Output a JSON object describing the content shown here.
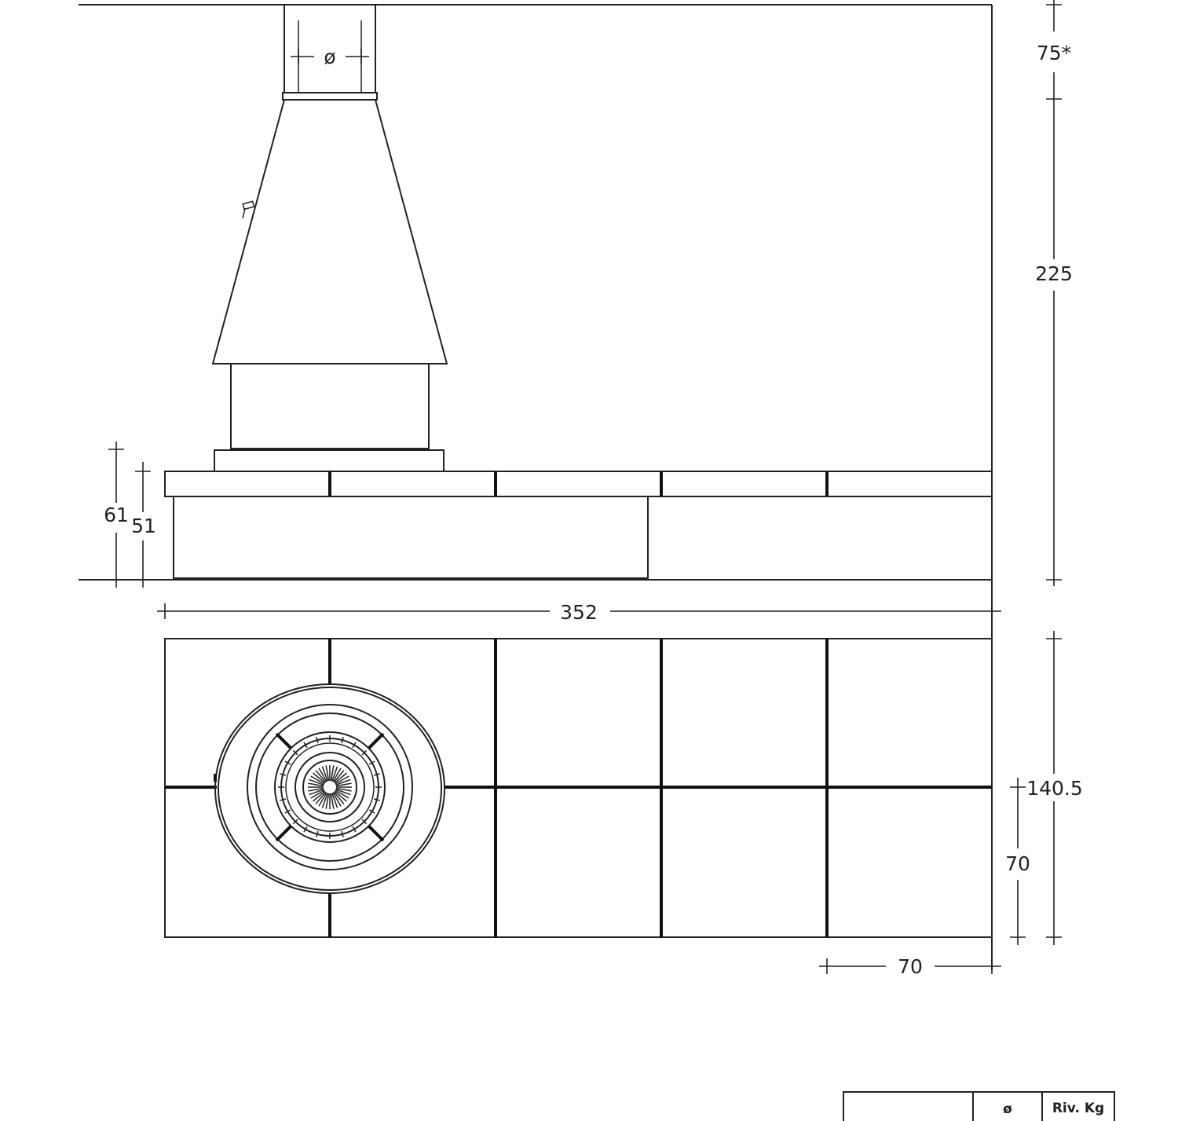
{
  "dimensions": {
    "flue_diameter": "ø",
    "flue_height": "75*",
    "total_height": "225",
    "base_height": "61",
    "seat_height": "51",
    "total_width": "352",
    "total_depth": "140.5",
    "half_depth": "70",
    "bench_width": "70"
  },
  "title_block": {
    "diameter_header": "ø",
    "weight_header": "Riv. Kg"
  }
}
